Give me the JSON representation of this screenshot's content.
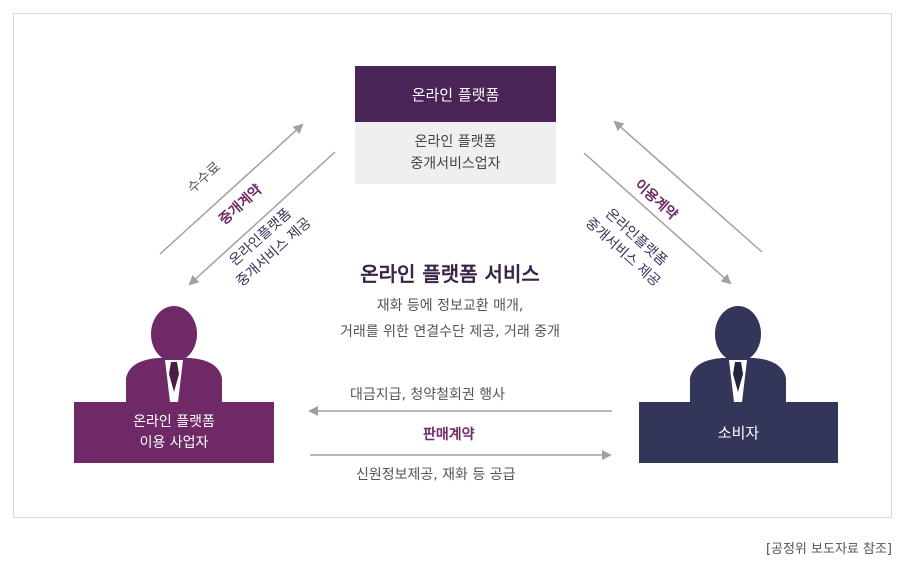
{
  "platform": {
    "title": "온라인 플랫폼",
    "sub_line1": "온라인 플랫폼",
    "sub_line2": "중개서비스업자"
  },
  "center": {
    "title": "온라인 플랫폼 서비스",
    "desc_line1": "재화 등에 정보교환 매개,",
    "desc_line2": "거래를 위한 연결수단 제공, 거래 중개"
  },
  "seller": {
    "line1": "온라인 플랫폼",
    "line2": "이용 사업자"
  },
  "consumer": {
    "label": "소비자"
  },
  "left_arrows": {
    "fee": "수수료",
    "contract": "중개계약",
    "service_line1": "온라인플랫폼",
    "service_line2": "중개서비스 제공"
  },
  "right_arrows": {
    "contract": "이용계약",
    "service_line1": "온라인플랫폼",
    "service_line2": "중개서비스 제공"
  },
  "bottom_arrows": {
    "payment": "대금지급, 청약철회권 행사",
    "contract": "판매계약",
    "supply": "신원정보제공, 재화 등 공급"
  },
  "caption": "[공정위 보도자료 참조]",
  "colors": {
    "platform_dark": "#4a2457",
    "seller_purple": "#6e2966",
    "consumer_navy": "#343659",
    "arrow_gray": "#a0a0a0"
  }
}
